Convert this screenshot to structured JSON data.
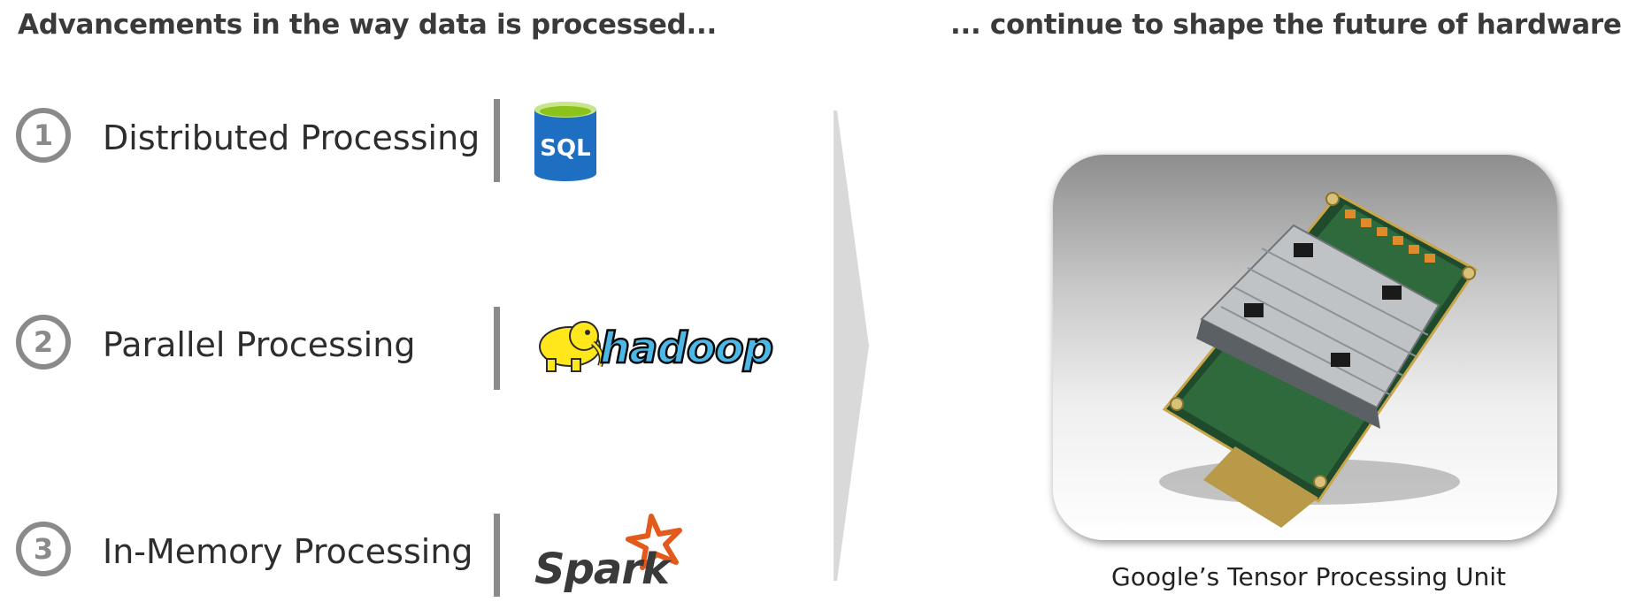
{
  "left_heading": "Advancements in the way data is processed...",
  "right_heading": "... continue to shape the future of hardware",
  "rows": [
    {
      "number": "1",
      "label": "Distributed Processing",
      "logo": "sql-database-logo",
      "logo_text": "SQL"
    },
    {
      "number": "2",
      "label": "Parallel Processing",
      "logo": "hadoop-logo",
      "logo_text": "hadoop"
    },
    {
      "number": "3",
      "label": "In-Memory Processing",
      "logo": "spark-logo",
      "logo_text": "Spark"
    }
  ],
  "image_caption": "Google’s Tensor Processing Unit",
  "colors": {
    "heading": "#3a3a3a",
    "number_circle": "#8a8a8a",
    "sql_blue": "#1e6fc2",
    "sql_top": "#9bd12a",
    "hadoop_blue": "#4db8e8",
    "hadoop_elephant": "#ffe71c",
    "spark_orange": "#e25a1c",
    "arrow_gray": "#d9d9d9"
  }
}
